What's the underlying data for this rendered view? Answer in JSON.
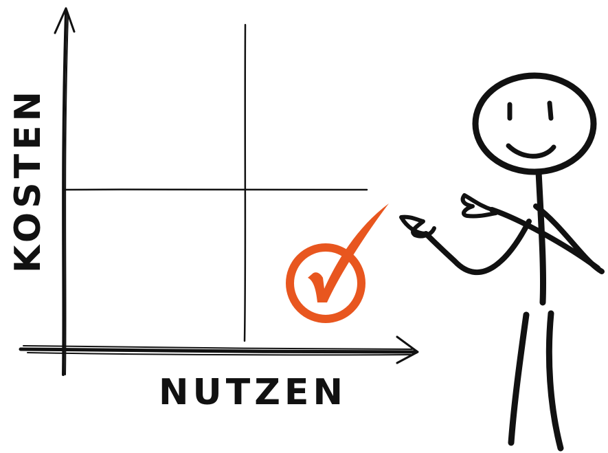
{
  "diagram": {
    "y_axis_label": "KOSTEN",
    "x_axis_label": "NUTZEN",
    "colors": {
      "ink": "#111111",
      "accent": "#e8561f",
      "background": "#ffffff"
    },
    "icons": [
      "checkmark-circle-icon",
      "stick-figure"
    ]
  }
}
